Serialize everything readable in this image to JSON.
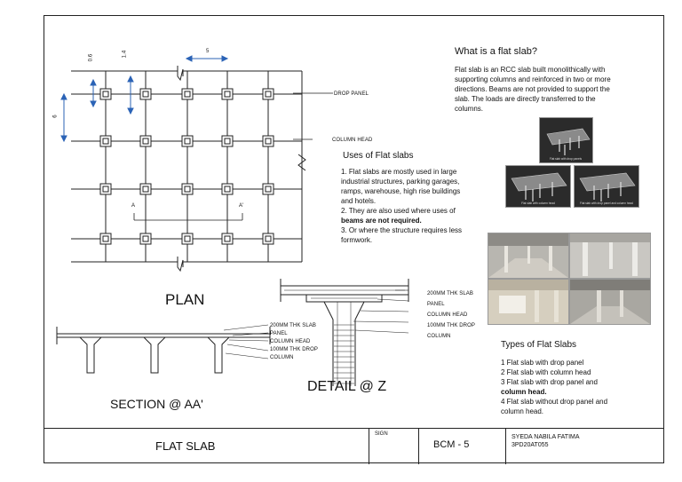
{
  "sheet": {
    "plan_label": "PLAN",
    "section_label": "SECTION @ AA'",
    "detail_label": "DETAIL @ Z"
  },
  "plan": {
    "drop_panel_label": "DROP PANEL",
    "column_head_label": "COLUMN HEAD",
    "dim_top": "5",
    "dim_left_1": "0.6",
    "dim_left_2": "1.4",
    "dim_left_3": "6",
    "cut_a": "A",
    "cut_a2": "A'"
  },
  "section": {
    "callouts": [
      "200MM THK SLAB",
      "PANEL",
      "COLUMN HEAD",
      "100MM THK DROP",
      "COLUMN"
    ]
  },
  "detail": {
    "callouts": [
      "200MM THK SLAB",
      "PANEL",
      "COLUMN HEAD",
      "100MM THK DROP",
      "COLUMN"
    ]
  },
  "what_is": {
    "title": "What is a flat slab?",
    "lines": [
      "Flat slab is an RCC slab built monolithically with",
      "supporting columns and reinforced in two or more",
      "directions. Beams are not provided to support the",
      "slab. The loads are directly transferred to the",
      "columns."
    ]
  },
  "images": {
    "img1_caption": "Flat slab with drop panels",
    "img2_caption": "Flat slab with column head",
    "img3_caption": "Flat slab with drop panel and column head"
  },
  "uses": {
    "title": "Uses of Flat slabs",
    "lines": [
      "1. Flat slabs are mostly used in large",
      " industrial structures, parking garages,",
      "ramps, warehouse, high rise buildings",
      "and hotels.",
      "2. They are also used where uses of",
      "beams are not required.",
      "3. Or where the structure requires less",
      " formwork."
    ]
  },
  "types": {
    "title": "Types of Flat Slabs",
    "lines": [
      "1 Flat slab with drop panel",
      "2 Flat slab with column head",
      "3 Flat slab with drop panel and",
      " column head.",
      "4 Flat slab without drop panel and",
      "column head."
    ]
  },
  "title_block": {
    "title": "FLAT SLAB",
    "sign_label": "SIGN",
    "course": "BCM  -  5",
    "name": "SYEDA NABILA FATIMA",
    "id": "3PD20AT055"
  }
}
